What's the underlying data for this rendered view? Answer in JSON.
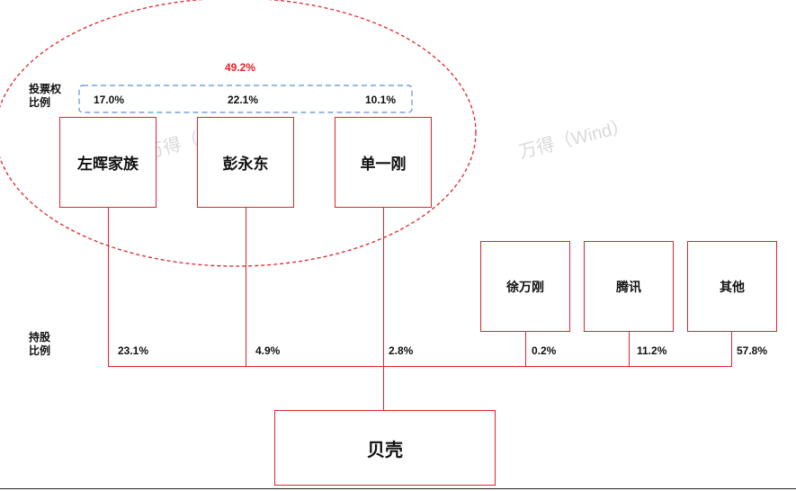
{
  "labels": {
    "voting_ratio": [
      "投票权",
      "比例"
    ],
    "holding_ratio": [
      "持股",
      "比例"
    ]
  },
  "voting": {
    "total": "49.2%",
    "values": [
      "17.0%",
      "22.1%",
      "10.1%"
    ]
  },
  "founders": [
    {
      "name": "左晖家族",
      "holding": "23.1%"
    },
    {
      "name": "彭永东",
      "holding": "4.9%"
    },
    {
      "name": "单一刚",
      "holding": "2.8%"
    }
  ],
  "others": [
    {
      "name": "徐万刚",
      "holding": "0.2%"
    },
    {
      "name": "腾讯",
      "holding": "11.2%"
    },
    {
      "name": "其他",
      "holding": "57.8%"
    }
  ],
  "company": {
    "name": "贝壳"
  },
  "watermark": "万得（Wind）",
  "colors": {
    "accent": "#e0242c",
    "total_text": "#ee1c25",
    "voting_frame": "#5b8fd6"
  }
}
